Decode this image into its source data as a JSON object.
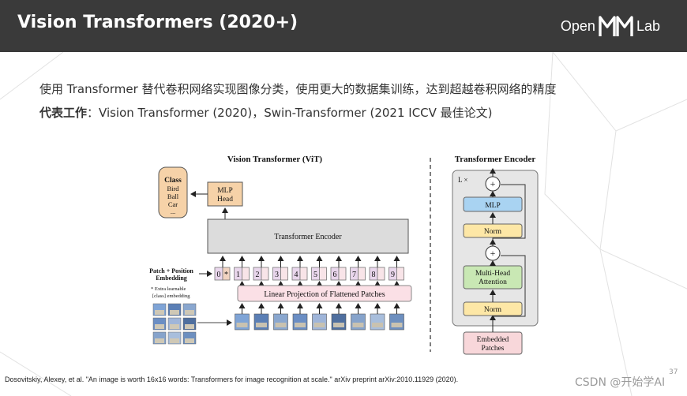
{
  "header": {
    "title": "Vision Transformers (2020+)",
    "logo_left": "Open",
    "logo_right": "Lab"
  },
  "body": {
    "line1": "使用 Transformer 替代卷积网络实现图像分类，使用更大的数据集训练，达到超越卷积网络的精度",
    "line2_bold": "代表工作",
    "line2_rest": "：Vision Transformer (2020)，Swin-Transformer (2021 ICCV 最佳论文)"
  },
  "vit": {
    "title": "Vision Transformer (ViT)",
    "class_box": {
      "title": "Class",
      "items": [
        "Bird",
        "Ball",
        "Car",
        "..."
      ]
    },
    "mlp_head": [
      "MLP",
      "Head"
    ],
    "encoder_label": "Transformer Encoder",
    "patch_label": [
      "Patch + Position",
      "Embedding"
    ],
    "extra_note": [
      "* Extra learnable",
      "[class] embedding"
    ],
    "tokens": [
      "0",
      "1",
      "2",
      "3",
      "4",
      "5",
      "6",
      "7",
      "8",
      "9"
    ],
    "cls_marker": "*",
    "linear_projection": "Linear Projection of Flattened Patches"
  },
  "encoder": {
    "title": "Transformer Encoder",
    "repeat": "L ×",
    "mlp": "MLP",
    "norm_top": "Norm",
    "plus": "+",
    "mha": [
      "Multi-Head",
      "Attention"
    ],
    "norm_bottom": "Norm",
    "embedded": [
      "Embedded",
      "Patches"
    ]
  },
  "citation": "Dosovitskiy, Alexey, et al. \"An image is worth 16x16 words: Transformers for image recognition at scale.\" arXiv preprint arXiv:2010.11929 (2020).",
  "page_number": "37",
  "watermark": "CSDN @开始学AI",
  "colors": {
    "header_bg": "#3a3a3a",
    "mlp_head": "#f6d2a8",
    "class_box": "#f6d2a8",
    "encoder_gray": "#dcdcdc",
    "linear_proj": "#fbe0e6",
    "mlp_blue": "#a9d3f2",
    "norm_yellow": "#fde7a6",
    "mha_green": "#c9e8b4",
    "embedded_pink": "#f8d7da"
  }
}
